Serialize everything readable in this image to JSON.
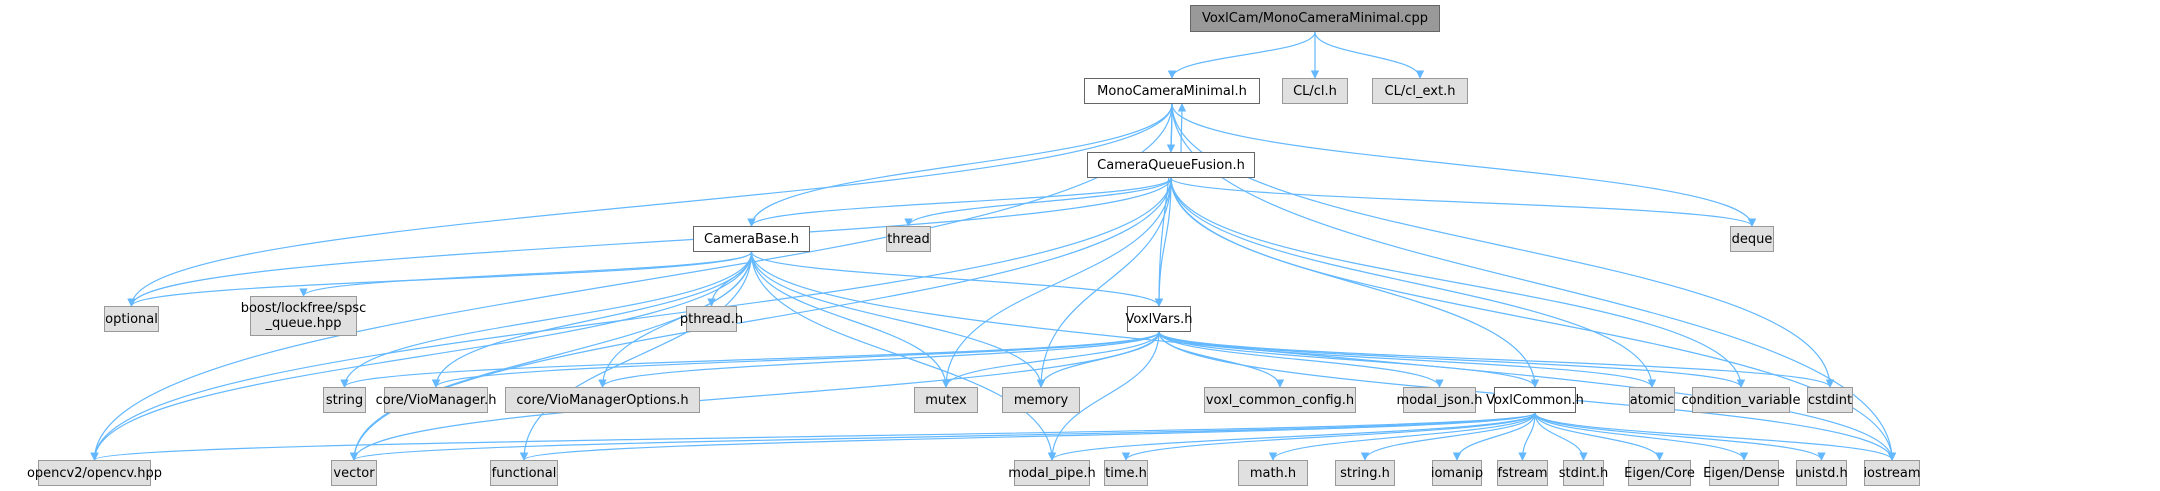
{
  "title": "VoxlCam/MonoCameraMinimal.cpp include dependency graph",
  "colors": {
    "edge": "#63b8ff",
    "root_fill": "#999999",
    "local_fill": "#ffffff",
    "system_fill": "#e0e0e0",
    "border": "#666666",
    "system_border": "#999999"
  },
  "nodes": [
    {
      "id": "root",
      "label": "VoxlCam/MonoCameraMinimal.cpp",
      "kind": "root"
    },
    {
      "id": "mcm",
      "label": "MonoCameraMinimal.h",
      "kind": "local"
    },
    {
      "id": "clh",
      "label": "CL/cl.h",
      "kind": "system"
    },
    {
      "id": "clext",
      "label": "CL/cl_ext.h",
      "kind": "system"
    },
    {
      "id": "cqf",
      "label": "CameraQueueFusion.h",
      "kind": "local"
    },
    {
      "id": "cb",
      "label": "CameraBase.h",
      "kind": "local"
    },
    {
      "id": "thread",
      "label": "thread",
      "kind": "system"
    },
    {
      "id": "deque",
      "label": "deque",
      "kind": "system"
    },
    {
      "id": "optional",
      "label": "optional",
      "kind": "system"
    },
    {
      "id": "boost",
      "label": "boost/lockfree/spsc\n_queue.hpp",
      "kind": "system"
    },
    {
      "id": "pthread",
      "label": "pthread.h",
      "kind": "system"
    },
    {
      "id": "vv",
      "label": "VoxlVars.h",
      "kind": "local"
    },
    {
      "id": "string",
      "label": "string",
      "kind": "system"
    },
    {
      "id": "viomgr",
      "label": "core/VioManager.h",
      "kind": "system"
    },
    {
      "id": "viomgropt",
      "label": "core/VioManagerOptions.h",
      "kind": "system"
    },
    {
      "id": "mutex",
      "label": "mutex",
      "kind": "system"
    },
    {
      "id": "memory",
      "label": "memory",
      "kind": "system"
    },
    {
      "id": "vcc",
      "label": "voxl_common_config.h",
      "kind": "system"
    },
    {
      "id": "mjson",
      "label": "modal_json.h",
      "kind": "system"
    },
    {
      "id": "vc",
      "label": "VoxlCommon.h",
      "kind": "local"
    },
    {
      "id": "atomic",
      "label": "atomic",
      "kind": "system"
    },
    {
      "id": "condvar",
      "label": "condition_variable",
      "kind": "system"
    },
    {
      "id": "cstdint",
      "label": "cstdint",
      "kind": "system"
    },
    {
      "id": "opencv",
      "label": "opencv2/opencv.hpp",
      "kind": "system"
    },
    {
      "id": "vector",
      "label": "vector",
      "kind": "system"
    },
    {
      "id": "functional",
      "label": "functional",
      "kind": "system"
    },
    {
      "id": "mpipe",
      "label": "modal_pipe.h",
      "kind": "system"
    },
    {
      "id": "timeh",
      "label": "time.h",
      "kind": "system"
    },
    {
      "id": "mathh",
      "label": "math.h",
      "kind": "system"
    },
    {
      "id": "stringh",
      "label": "string.h",
      "kind": "system"
    },
    {
      "id": "iomanip",
      "label": "iomanip",
      "kind": "system"
    },
    {
      "id": "fstream",
      "label": "fstream",
      "kind": "system"
    },
    {
      "id": "stdinth",
      "label": "stdint.h",
      "kind": "system"
    },
    {
      "id": "eigencore",
      "label": "Eigen/Core",
      "kind": "system"
    },
    {
      "id": "eigendense",
      "label": "Eigen/Dense",
      "kind": "system"
    },
    {
      "id": "unistd",
      "label": "unistd.h",
      "kind": "system"
    },
    {
      "id": "iostream",
      "label": "iostream",
      "kind": "system"
    }
  ],
  "edges": [
    [
      "root",
      "mcm"
    ],
    [
      "root",
      "clh"
    ],
    [
      "root",
      "clext"
    ],
    [
      "mcm",
      "cqf"
    ],
    [
      "mcm",
      "cb"
    ],
    [
      "mcm",
      "opencv"
    ],
    [
      "mcm",
      "optional"
    ],
    [
      "mcm",
      "deque"
    ],
    [
      "mcm",
      "vv"
    ],
    [
      "mcm",
      "cstdint"
    ],
    [
      "mcm",
      "iostream"
    ],
    [
      "cqf",
      "mcm"
    ],
    [
      "cqf",
      "cb"
    ],
    [
      "cqf",
      "thread"
    ],
    [
      "cqf",
      "deque"
    ],
    [
      "cqf",
      "optional"
    ],
    [
      "cqf",
      "opencv"
    ],
    [
      "cqf",
      "vector"
    ],
    [
      "cqf",
      "vv"
    ],
    [
      "cqf",
      "mutex"
    ],
    [
      "cqf",
      "memory"
    ],
    [
      "cqf",
      "vc"
    ],
    [
      "cqf",
      "atomic"
    ],
    [
      "cqf",
      "condvar"
    ],
    [
      "cqf",
      "iostream"
    ],
    [
      "cb",
      "optional"
    ],
    [
      "cb",
      "boost"
    ],
    [
      "cb",
      "pthread"
    ],
    [
      "cb",
      "vv"
    ],
    [
      "cb",
      "string"
    ],
    [
      "cb",
      "viomgr"
    ],
    [
      "cb",
      "viomgropt"
    ],
    [
      "cb",
      "mutex"
    ],
    [
      "cb",
      "memory"
    ],
    [
      "cb",
      "opencv"
    ],
    [
      "cb",
      "vector"
    ],
    [
      "cb",
      "functional"
    ],
    [
      "cb",
      "mpipe"
    ],
    [
      "cb",
      "iostream"
    ],
    [
      "vv",
      "string"
    ],
    [
      "vv",
      "viomgr"
    ],
    [
      "vv",
      "viomgropt"
    ],
    [
      "vv",
      "mutex"
    ],
    [
      "vv",
      "memory"
    ],
    [
      "vv",
      "vcc"
    ],
    [
      "vv",
      "mjson"
    ],
    [
      "vv",
      "vc"
    ],
    [
      "vv",
      "atomic"
    ],
    [
      "vv",
      "condvar"
    ],
    [
      "vv",
      "cstdint"
    ],
    [
      "vv",
      "vector"
    ],
    [
      "vv",
      "mpipe"
    ],
    [
      "vv",
      "iostream"
    ],
    [
      "vc",
      "opencv"
    ],
    [
      "vc",
      "vector"
    ],
    [
      "vc",
      "functional"
    ],
    [
      "vc",
      "mpipe"
    ],
    [
      "vc",
      "timeh"
    ],
    [
      "vc",
      "mathh"
    ],
    [
      "vc",
      "stringh"
    ],
    [
      "vc",
      "iomanip"
    ],
    [
      "vc",
      "fstream"
    ],
    [
      "vc",
      "stdinth"
    ],
    [
      "vc",
      "eigencore"
    ],
    [
      "vc",
      "eigendense"
    ],
    [
      "vc",
      "unistd"
    ],
    [
      "vc",
      "iostream"
    ]
  ]
}
